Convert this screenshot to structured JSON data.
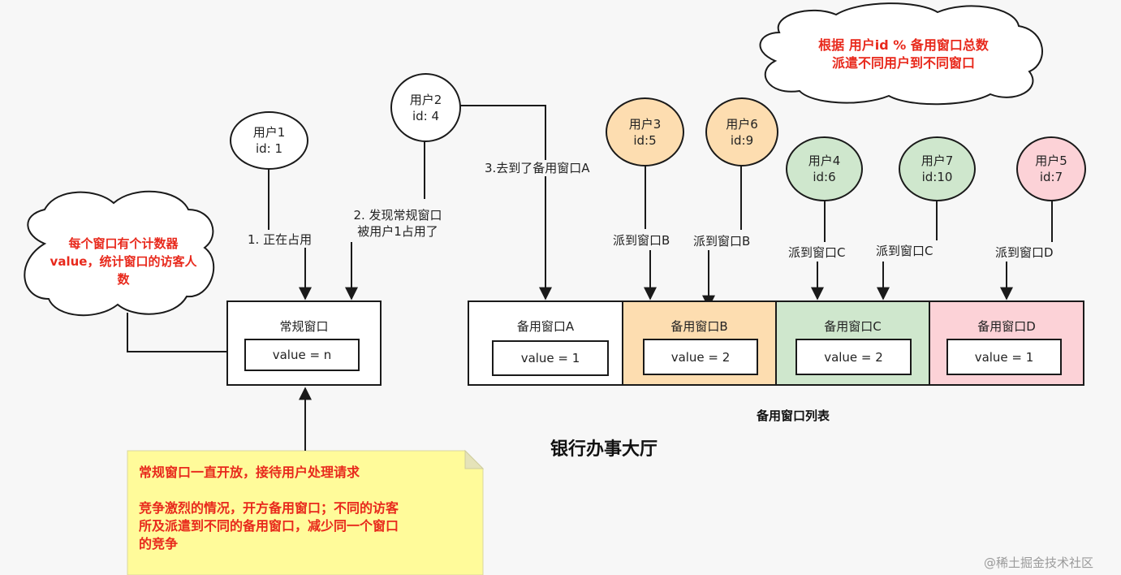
{
  "users": {
    "u1": {
      "name": "用户1",
      "id": "id: 1"
    },
    "u2": {
      "name": "用户2",
      "id": "id: 4"
    },
    "u3": {
      "name": "用户3",
      "id": "id:5"
    },
    "u6": {
      "name": "用户6",
      "id": "id:9"
    },
    "u4": {
      "name": "用户4",
      "id": "id:6"
    },
    "u7": {
      "name": "用户7",
      "id": "id:10"
    },
    "u5": {
      "name": "用户5",
      "id": "id:7"
    }
  },
  "edge_labels": {
    "occupy": "1. 正在占用",
    "found_line1": "2. 发现常规窗口",
    "found_line2": "被用户1占用了",
    "went": "3.去到了备用窗口A",
    "to_b1": "派到窗口B",
    "to_b2": "派到窗口B",
    "to_c1": "派到窗口C",
    "to_c2": "派到窗口C",
    "to_d": "派到窗口D"
  },
  "regular_window": {
    "title": "常规窗口",
    "value": "value = n"
  },
  "backup_windows": [
    {
      "title": "备用窗口A",
      "value": "value = 1"
    },
    {
      "title": "备用窗口B",
      "value": "value = 2"
    },
    {
      "title": "备用窗口C",
      "value": "value = 2"
    },
    {
      "title": "备用窗口D",
      "value": "value = 1"
    }
  ],
  "backup_list_label": "备用窗口列表",
  "hall_label": "银行办事大厅",
  "cloud_left": {
    "line1": "每个窗口有个计数器",
    "line2": "value，统计窗口的访客人",
    "line3": "数"
  },
  "cloud_right": {
    "line1": "根据  用户id % 备用窗口总数",
    "line2": "派遣不同用户到不同窗口"
  },
  "note": {
    "line1": "常规窗口一直开放，接待用户处理请求",
    "line2": "竞争激烈的情况，开方备用窗口；不同的访客",
    "line3": "所及派遣到不同的备用窗口，减少同一个窗口",
    "line4": "的竞争"
  },
  "watermark": "@稀土掘金技术社区",
  "colors": {
    "orange_fill": "#fdddb0",
    "green_fill": "#cfe7cd",
    "pink_fill": "#fcd2d7",
    "note_fill": "#fffb9a",
    "accent_red": "#e8291c"
  }
}
